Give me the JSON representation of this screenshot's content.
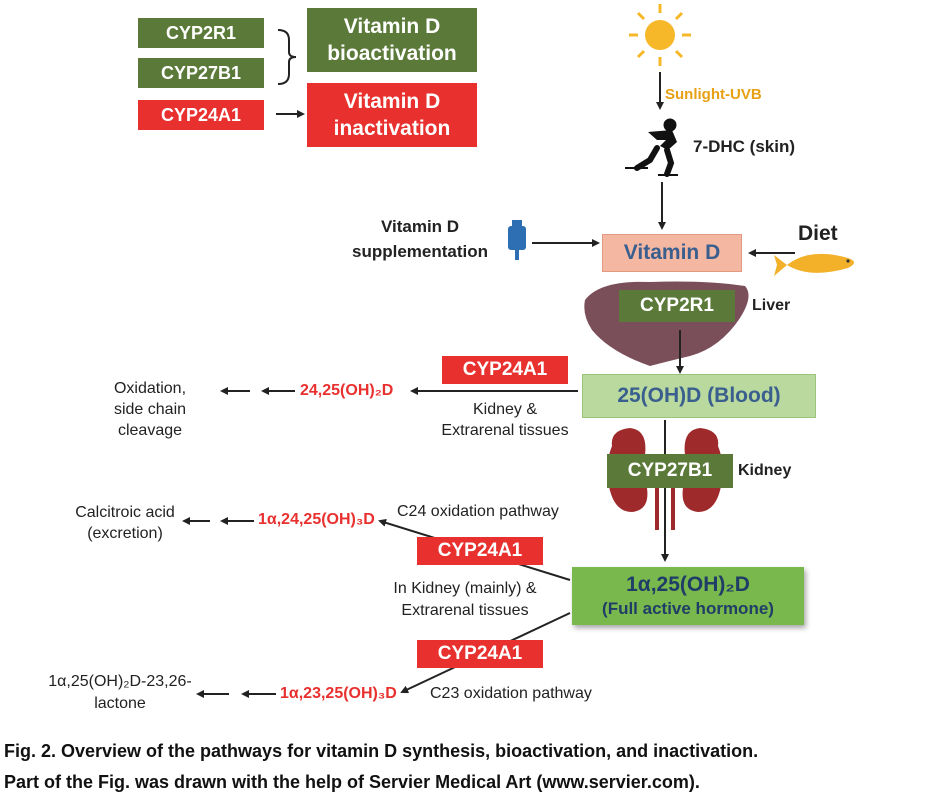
{
  "legend": {
    "cyp2r1": "CYP2R1",
    "cyp27b1": "CYP27B1",
    "cyp24a1": "CYP24A1",
    "bioactivation": [
      "Vitamin D",
      "bioactivation"
    ],
    "inactivation": [
      "Vitamin D",
      "inactivation"
    ]
  },
  "top": {
    "sunlight": "Sunlight-UVB",
    "dhc": "7-DHC (skin)"
  },
  "center": {
    "vitamin_d": "Vitamin D",
    "supplementation": [
      "Vitamin D",
      "supplementation"
    ],
    "diet": "Diet",
    "cyp2r1": "CYP2R1",
    "liver": "Liver",
    "blood": "25(OH)D (Blood)",
    "cyp27b1": "CYP27B1",
    "kidney": "Kidney",
    "active_main": "1α,25(OH)₂D",
    "active_sub": "(Full active hormone)"
  },
  "left": {
    "cyp24a1_a": "CYP24A1",
    "kidney_extrarenal": [
      "Kidney &",
      "Extrarenal tissues"
    ],
    "product_2425": "24,25(OH)₂D",
    "oxidation": [
      "Oxidation,",
      "side chain cleavage"
    ],
    "c24_pathway": "C24 oxidation pathway",
    "product_124": "1α,24,25(OH)₃D",
    "calcitroic": [
      "Calcitroic acid",
      "(excretion)"
    ],
    "cyp24a1_b": "CYP24A1",
    "in_kidney": [
      "In Kidney (mainly) &",
      "Extrarenal tissues"
    ],
    "cyp24a1_c": "CYP24A1",
    "product_123": "1α,23,25(OH)₃D",
    "c23_pathway": "C23 oxidation pathway",
    "lactone": [
      "1α,25(OH)₂D-23,26-",
      "lactone"
    ]
  },
  "caption": {
    "line1": "Fig. 2. Overview of the pathways for vitamin D synthesis, bioactivation, and inactivation.",
    "line2": "Part of the Fig. was drawn with the help of Servier Medical Art (www.servier.com)."
  },
  "colors": {
    "enzyme_green": "#5b7a3a",
    "enzyme_red": "#e8302e",
    "vitd_box": "#f4b7a1",
    "blood_box": "#b9d99e",
    "active_box": "#79b84d",
    "sun": "#f6b829",
    "liver": "#7b4f5a",
    "kidney": "#9e2a2b",
    "fish": "#f3b12a",
    "title_blue": "#3a5f8e"
  }
}
